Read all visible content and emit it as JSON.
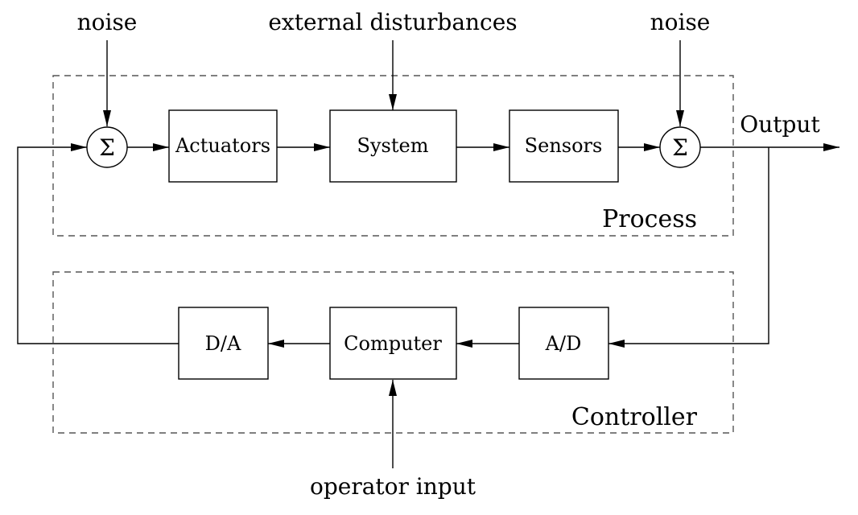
{
  "diagram": {
    "inputs": {
      "noise_left": "noise",
      "external_disturbances": "external disturbances",
      "noise_right": "noise",
      "operator_input": "operator input"
    },
    "output_label": "Output",
    "summing_symbol": "Σ",
    "groups": {
      "process": "Process",
      "controller": "Controller"
    },
    "blocks": {
      "actuators": "Actuators",
      "system": "System",
      "sensors": "Sensors",
      "da": "D/A",
      "computer": "Computer",
      "ad": "A/D"
    }
  }
}
